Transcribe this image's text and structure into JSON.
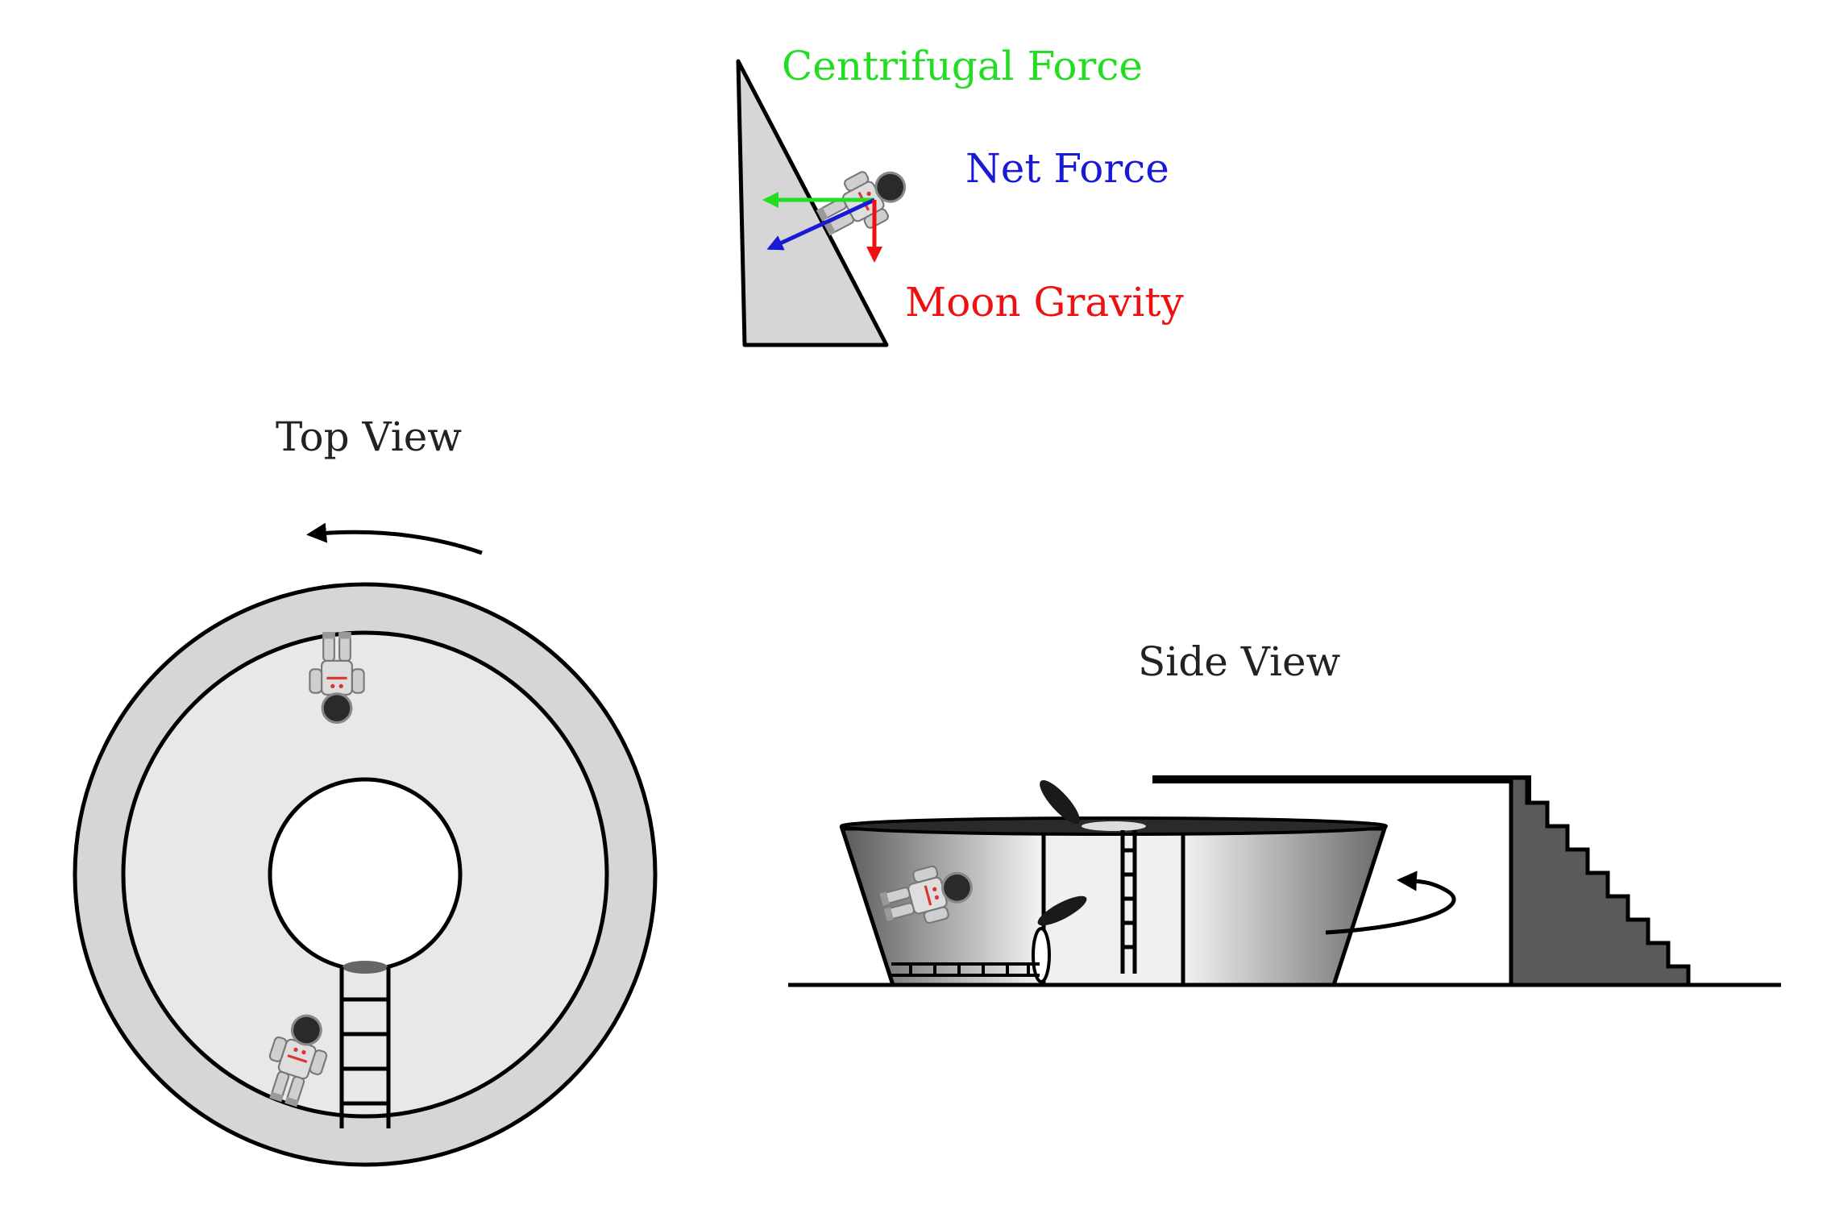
{
  "labels": {
    "centrifugal_force": "Centrifugal Force",
    "net_force": "Net Force",
    "moon_gravity": "Moon Gravity",
    "top_view": "Top View",
    "side_view": "Side View"
  },
  "colors": {
    "centrifugal": "#22dd22",
    "net": "#1a1ad6",
    "gravity": "#ee1111",
    "text": "#222222",
    "wall_fill": "#d6d6d6",
    "floor_fill": "#e8e8e8",
    "stair_fill": "#5a5a5a"
  },
  "icons": {
    "astronaut": "astronaut-icon",
    "rotation": "rotation-arrow-icon",
    "ladder": "ladder-icon"
  }
}
